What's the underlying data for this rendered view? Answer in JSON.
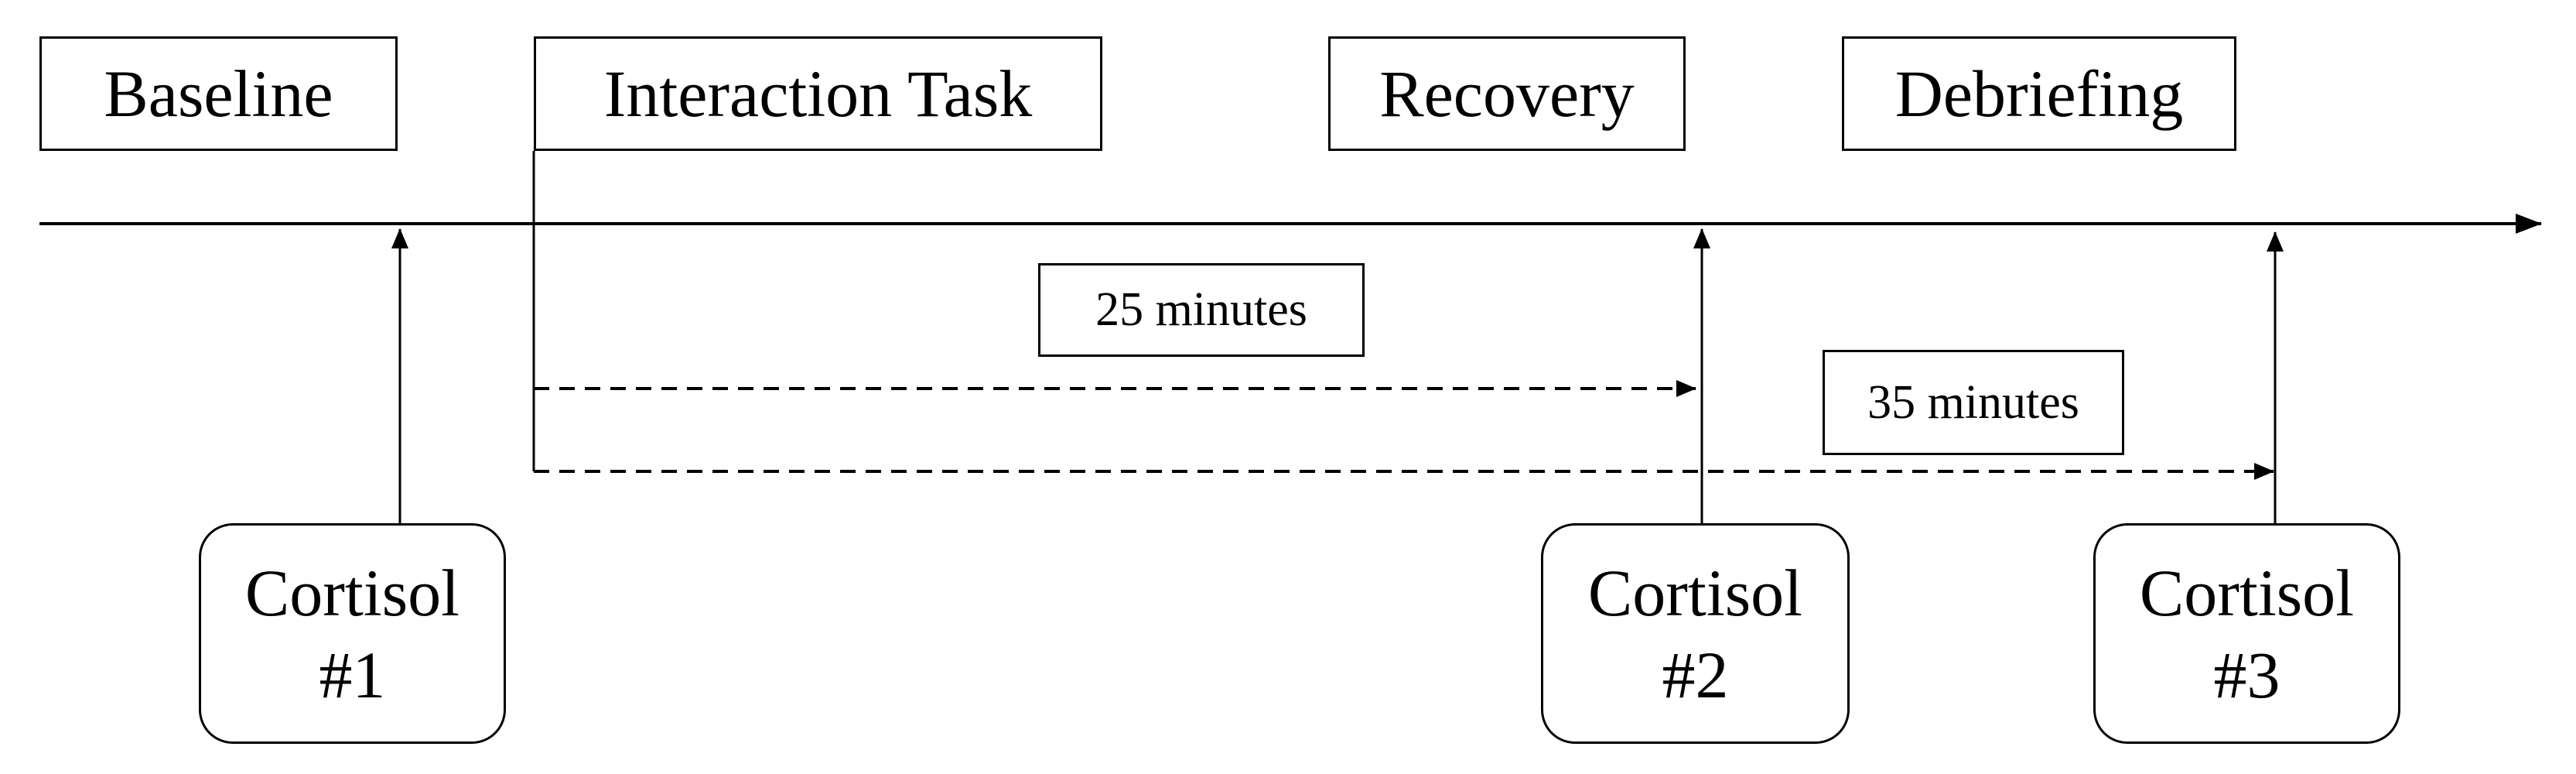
{
  "phases": [
    {
      "label": "Baseline"
    },
    {
      "label": "Interaction Task"
    },
    {
      "label": "Recovery"
    },
    {
      "label": "Debriefing"
    }
  ],
  "durations": [
    {
      "label": "25 minutes"
    },
    {
      "label": "35 minutes"
    }
  ],
  "cortisol_samples": [
    {
      "label": "Cortisol",
      "number": "#1"
    },
    {
      "label": "Cortisol",
      "number": "#2"
    },
    {
      "label": "Cortisol",
      "number": "#3"
    }
  ],
  "colors": {
    "line": "#000000",
    "background": "#ffffff"
  }
}
